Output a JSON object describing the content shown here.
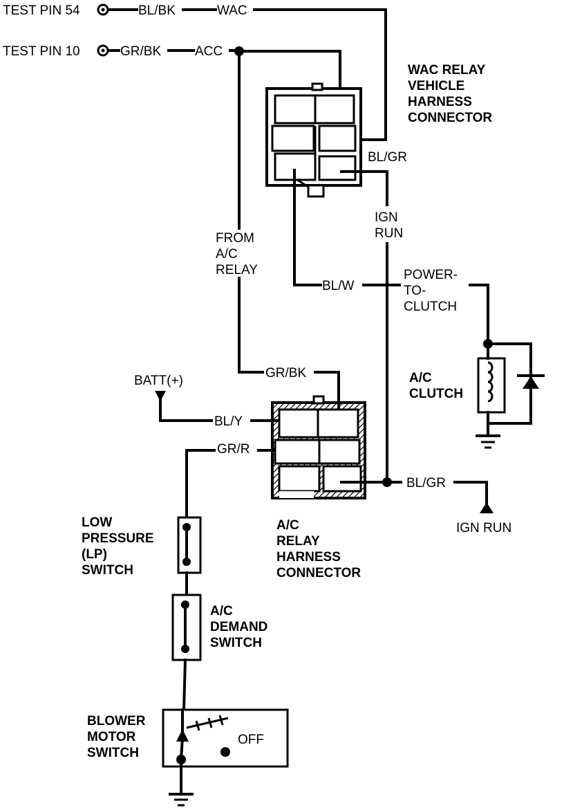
{
  "labels": {
    "test_pin_54": "TEST PIN 54",
    "test_pin_10": "TEST PIN 10",
    "bl_bk": "BL/BK",
    "wac": "WAC",
    "gr_bk_top": "GR/BK",
    "acc": "ACC",
    "wac_relay_connector": [
      "WAC RELAY",
      "VEHICLE",
      "HARNESS",
      "CONNECTOR"
    ],
    "bl_gr_top": "BL/GR",
    "ign_run_wire": [
      "IGN",
      "RUN"
    ],
    "from_ac_relay": [
      "FROM",
      "A/C",
      "RELAY"
    ],
    "bl_w": "BL/W",
    "power_to_clutch": [
      "POWER-",
      "TO-",
      "CLUTCH"
    ],
    "ac_clutch": [
      "A/C",
      "CLUTCH"
    ],
    "batt": "BATT(+)",
    "gr_bk_mid": "GR/BK",
    "bl_y": "BL/Y",
    "gr_r": "GR/R",
    "bl_gr_bottom": "BL/GR",
    "ign_run_bottom": "IGN RUN",
    "ac_relay_connector": [
      "A/C",
      "RELAY",
      "HARNESS",
      "CONNECTOR"
    ],
    "lp_switch": [
      "LOW",
      "PRESSURE",
      "(LP)",
      "SWITCH"
    ],
    "ac_demand_switch": [
      "A/C",
      "DEMAND",
      "SWITCH"
    ],
    "blower_motor_switch": [
      "BLOWER",
      "MOTOR",
      "SWITCH"
    ],
    "off": "OFF"
  }
}
